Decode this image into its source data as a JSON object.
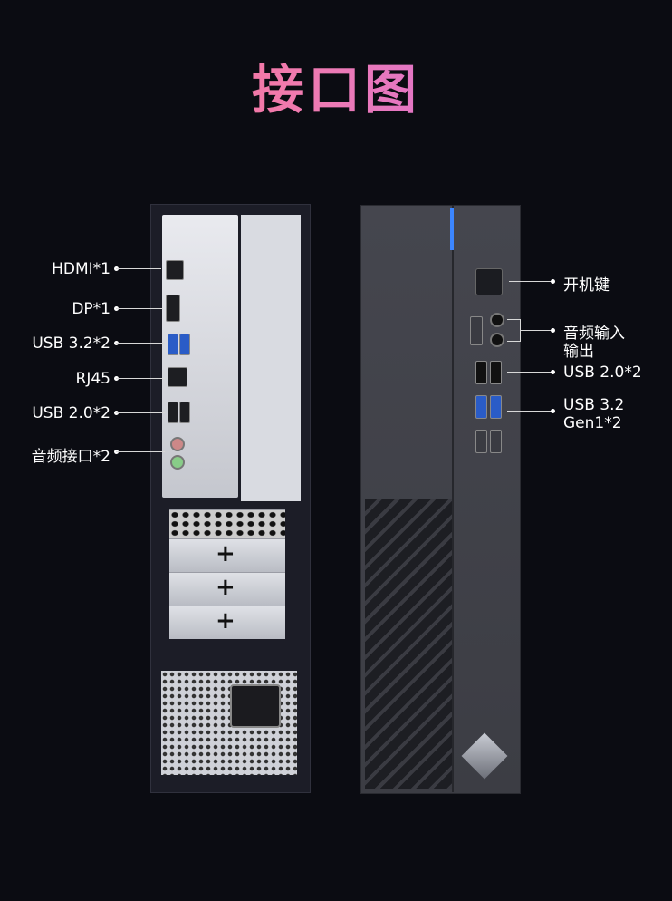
{
  "title": "接口图",
  "back_labels": [
    "HDMI*1",
    "DP*1",
    "USB 3.2*2",
    "RJ45",
    "USB 2.0*2",
    "音频接口*2"
  ],
  "front_labels": {
    "power": "开机键",
    "audio_line1": "音频输入",
    "audio_line2": "输出",
    "usb2": "USB 2.0*2",
    "usb3_line1": "USB 3.2",
    "usb3_line2": "Gen1*2"
  },
  "colors": {
    "background": "#0b0c12",
    "title_gradient_start": "#ff6a7a",
    "title_gradient_end": "#c86cf0",
    "led": "#3c86ff",
    "usb3_port": "#2a5cc7"
  }
}
